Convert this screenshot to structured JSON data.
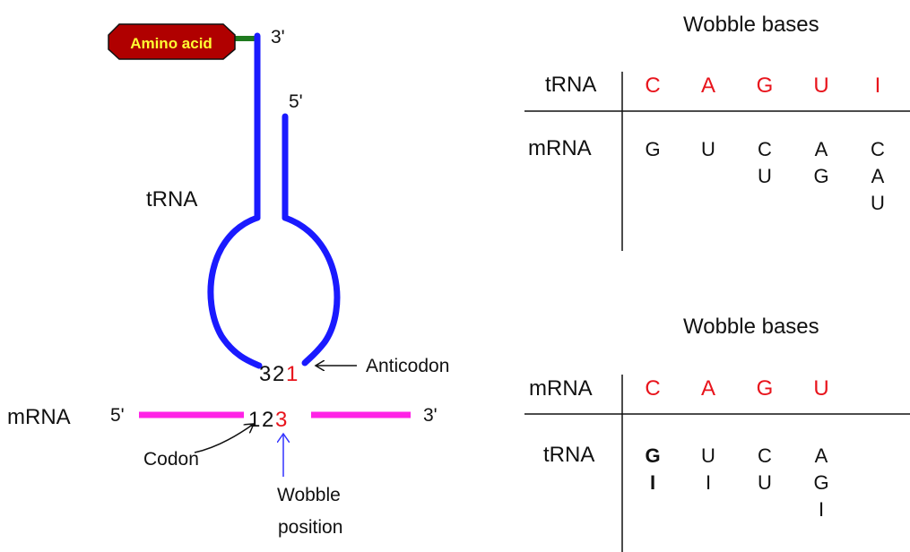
{
  "diagram": {
    "amino_acid_label": "Amino acid",
    "trna_label": "tRNA",
    "mrna_label": "mRNA",
    "three_prime_top": "3'",
    "five_prime_top": "5'",
    "mrna_five_prime": "5'",
    "mrna_three_prime": "3'",
    "anticodon_digits": {
      "d3": "3",
      "d2": "2",
      "d1": "1"
    },
    "codon_digits": {
      "d1": "1",
      "d2": "2",
      "d3": "3"
    },
    "anticodon_label": "Anticodon",
    "codon_label": "Codon",
    "wobble_position_line1": "Wobble",
    "wobble_position_line2": "position",
    "colors": {
      "trna": "#1a1aff",
      "mrna": "#ff22e6",
      "amino_acid_fill": "#b00000",
      "amino_acid_text": "#ffff33",
      "linker": "#1f7a1f",
      "highlight": "#e8141c",
      "arrow_blue": "#3333ff"
    }
  },
  "table1": {
    "title": "Wobble bases",
    "row_header": "tRNA",
    "col_header": "mRNA",
    "bases": [
      "C",
      "A",
      "G",
      "U",
      "I"
    ],
    "pairs": [
      [
        "G"
      ],
      [
        "U"
      ],
      [
        "C",
        "U"
      ],
      [
        "A",
        "G"
      ],
      [
        "C",
        "A",
        "U"
      ]
    ]
  },
  "table2": {
    "title": "Wobble bases",
    "row_header": "mRNA",
    "col_header": "tRNA",
    "bases": [
      "C",
      "A",
      "G",
      "U"
    ],
    "pairs": [
      [
        "G",
        "I"
      ],
      [
        "U",
        "I"
      ],
      [
        "C",
        "U"
      ],
      [
        "A",
        "G",
        "I"
      ]
    ]
  }
}
